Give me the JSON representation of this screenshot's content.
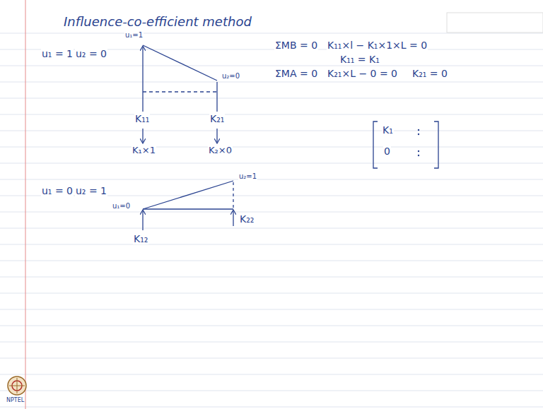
{
  "diagram": {
    "title": "Influence-co-efficient method",
    "labels": [
      "u₁ = 1",
      "u₂ = 0",
      "u₁=1",
      "u₂=0",
      "K₁₁",
      "K₂₁",
      "K₁×1",
      "K₂×0",
      "ΣMB = 0",
      "K₁₁×l − K₁×1×L = 0",
      "K₁₁ = K₁",
      "ΣMA = 0",
      "K₂₁×L − 0 = 0",
      "K₂₁ = 0",
      "K₁",
      "0",
      "u₁ = 0",
      "u₂ = 1",
      "u₁=0",
      "u₂=1",
      "K₁₂",
      "K₂₂",
      "NPTEL"
    ]
  }
}
